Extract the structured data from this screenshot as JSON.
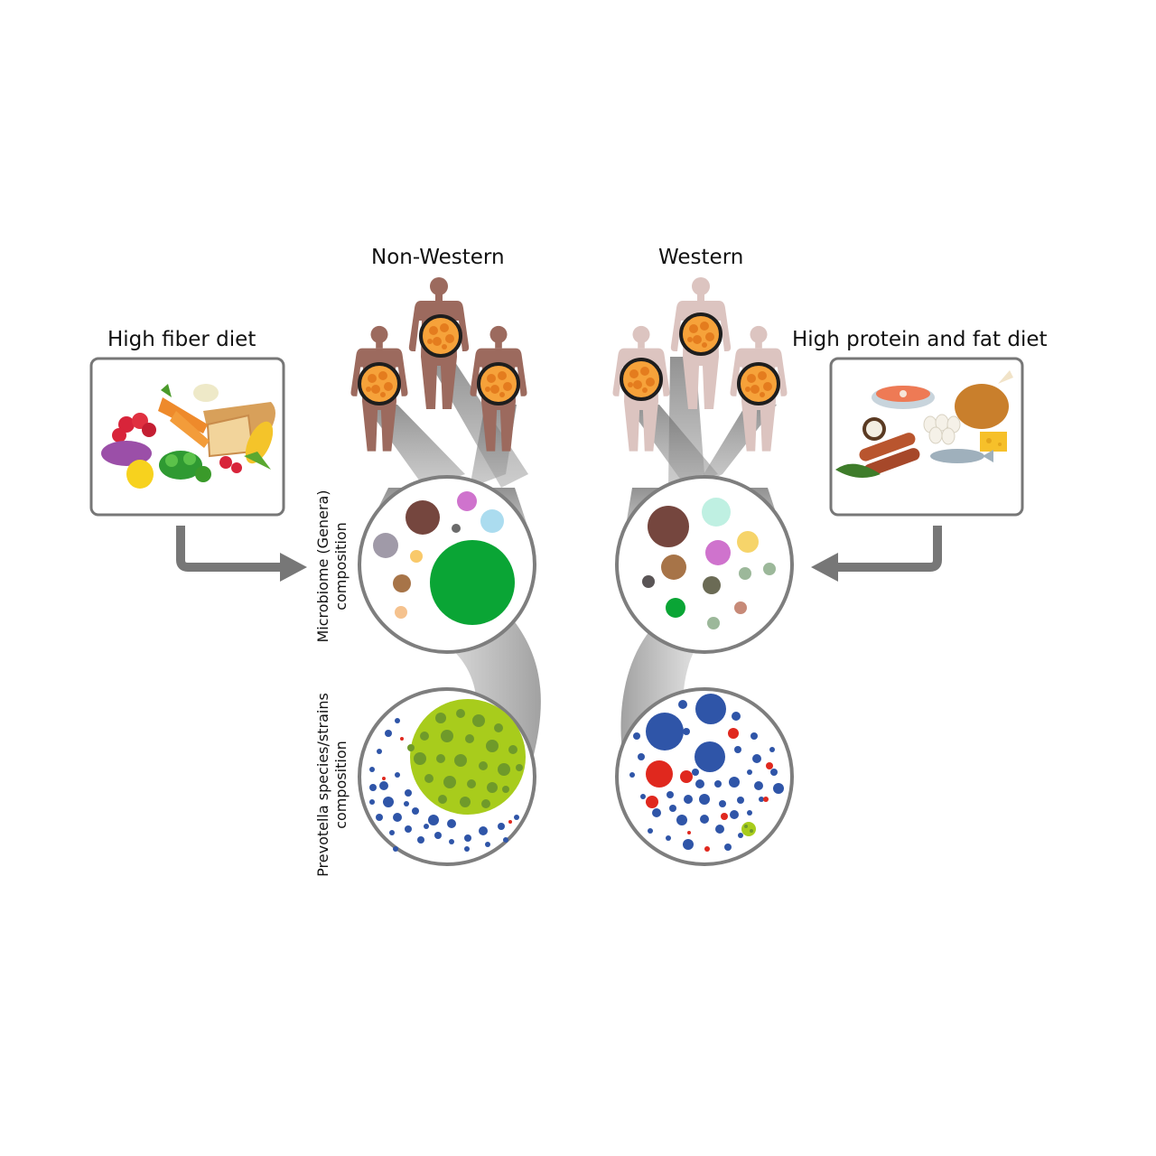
{
  "headers": {
    "non_western": "Non-Western",
    "western": "Western"
  },
  "diets": {
    "left": "High fiber diet",
    "right": "High protein and fat diet"
  },
  "axis_labels": {
    "microbiome_line1": "Microbiome (Genera)",
    "microbiome_line2": "composition",
    "prevotella_line1": "Prevotella species/strains",
    "prevotella_line2": "composition"
  },
  "colors": {
    "prevotella_genus": "#0aa535",
    "prevotella_species_fill": "#a8cc1c",
    "prevotella_species_dots": "#6f9a2a",
    "other_species_blue": "#2f55a8",
    "other_species_red": "#e0281e",
    "nonwestern_body": "#9c6a5e",
    "western_body": "#dcc4c0",
    "arrow": "#777777"
  },
  "icons": {
    "left_food_box": "fruits-vegetables-bread-icon",
    "right_food_box": "meat-fish-eggs-cheese-icon",
    "gut": "intestine-icon"
  }
}
